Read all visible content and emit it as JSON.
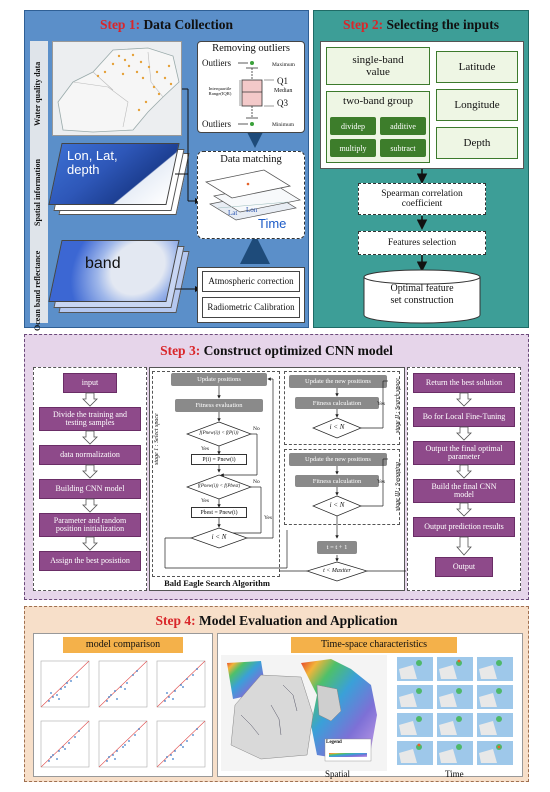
{
  "step1": {
    "step_label": "Step 1:",
    "title": "Data Collection",
    "side_labels": [
      "Water quality data",
      "Spatial information",
      "Ocean band reflectance"
    ],
    "spatial_text": "Lon, Lat,\ndepth",
    "band_text": "band",
    "outliers": {
      "title": "Removing outliers",
      "outliers_top": "Outliers",
      "outliers_bottom": "Outliers",
      "maximum": "Maximum",
      "minimum": "Minimum",
      "q1": "Q1",
      "median": "Median",
      "q3": "Q3",
      "iqr": "Interquartile\nRange(IQR)"
    },
    "matching": {
      "title": "Data matching",
      "lat": "Lat",
      "lon": "Lon",
      "time": "Time"
    },
    "atmospheric": "Atmospheric correction",
    "radiometric": "Radiometric Calibration"
  },
  "step2": {
    "step_label": "Step 2:",
    "title": "Selecting the inputs",
    "single_band": "single-band\nvalue",
    "two_band": "two-band group",
    "chips": [
      "dividep",
      "additive",
      "multiply",
      "subtract"
    ],
    "latitude": "Latitude",
    "longitude": "Longitude",
    "depth": "Depth",
    "spearman": "Spearman correlation\ncoefficient",
    "features": "Features selection",
    "optimal": "Optimal feature\nset construction"
  },
  "step3": {
    "step_label": "Step 3:",
    "title": "Construct  optimized CNN model",
    "left_steps": [
      "input",
      "Divide the training and\ntesting samples",
      "data normalization",
      "Building CNN model",
      "Parameter and random\nposition initialization",
      "Assign the best posistion"
    ],
    "stage1": {
      "label": "stage 1 : Select space",
      "update": "Update positions",
      "fitness": "Fitness evaluation",
      "cond1": "f(Pnew(i)) < f(P(i))",
      "assign1": "P(i) = Pnew(i)",
      "cond2": "f(Pnew(i)) < f(Pbest)",
      "assign2": "Pbest = Pnew(i)",
      "loop": "i < N",
      "yes1": "Yes",
      "no1": "No",
      "yes2": "Yes",
      "no2": "No",
      "yes3": "Yes"
    },
    "stage2": {
      "label": "stage II : Search space",
      "update": "Update the new positions",
      "fitness": "Fitness calculation",
      "loop": "i < N",
      "yes": "Yes"
    },
    "stage3": {
      "label": "stage III : Swooping",
      "update": "Update the new positions",
      "fitness": "Fitness calculation",
      "loop": "i < N",
      "yes": "Yes"
    },
    "loop_top": "t = t + 1",
    "loop_cond": "t < Maxiter",
    "algorithm": "Bald Eagle Search Algorithm",
    "right_steps": [
      "Return the best solution",
      "Bo for Local Fine-Tuning",
      "Output the final optimal\nparameter",
      "Build the final CNN\nmodel",
      "Output prediction results",
      "Output"
    ]
  },
  "step4": {
    "step_label": "Step 4:",
    "title": "Model Evaluation and Application",
    "model_comparison": "model comparison",
    "time_space": "Time-space characteristics",
    "spatial": "Spatial",
    "time": "Time",
    "legend": "Legend"
  },
  "colors": {
    "step1_bg": "#5b8fc9",
    "step2_bg": "#3d9e97",
    "step3_bg": "#e6d5ea",
    "step4_bg": "#f7dfc9",
    "title_red": "#d9262a",
    "purple": "#8e4a8a",
    "green": "#3d7d2b"
  }
}
